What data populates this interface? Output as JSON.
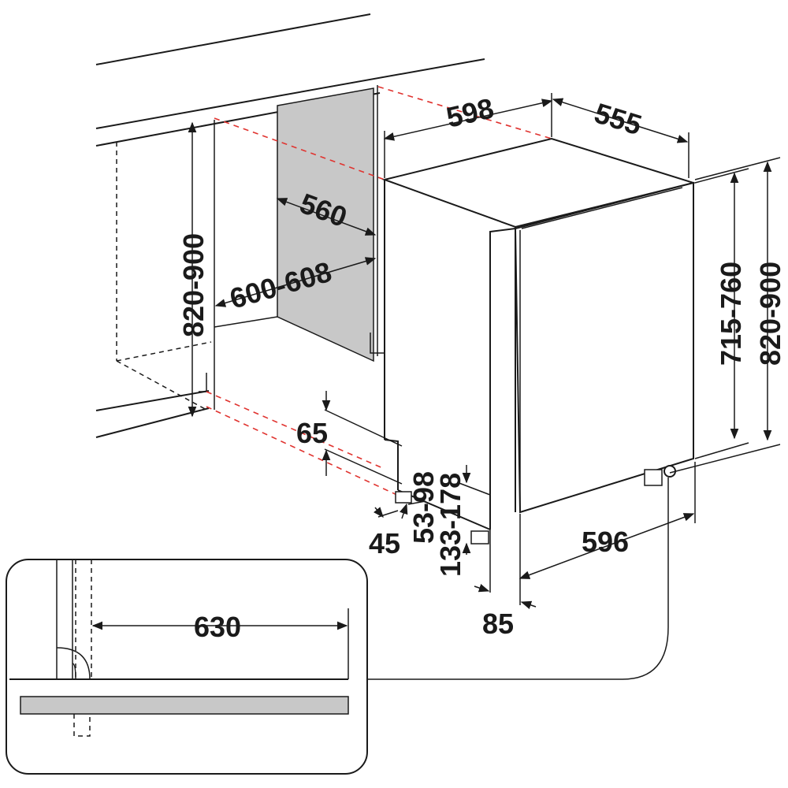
{
  "dimensions": {
    "cabinet_width": "598",
    "cabinet_depth": "555",
    "niche_depth": "560",
    "niche_width": "600-608",
    "niche_height": "820-900",
    "body_height": "715-760",
    "total_height": "820-900",
    "plinth_gap": "65",
    "side_offset": "45",
    "foot_adjust": "53-98",
    "plinth_height": "133-178",
    "door_width": "596",
    "front_offset": "85",
    "hose_length": "630"
  },
  "colors": {
    "lines": "#1a1a1a",
    "guide_dashes": "#e0332f",
    "panel_fill": "#c8c8c8",
    "background": "#ffffff"
  }
}
